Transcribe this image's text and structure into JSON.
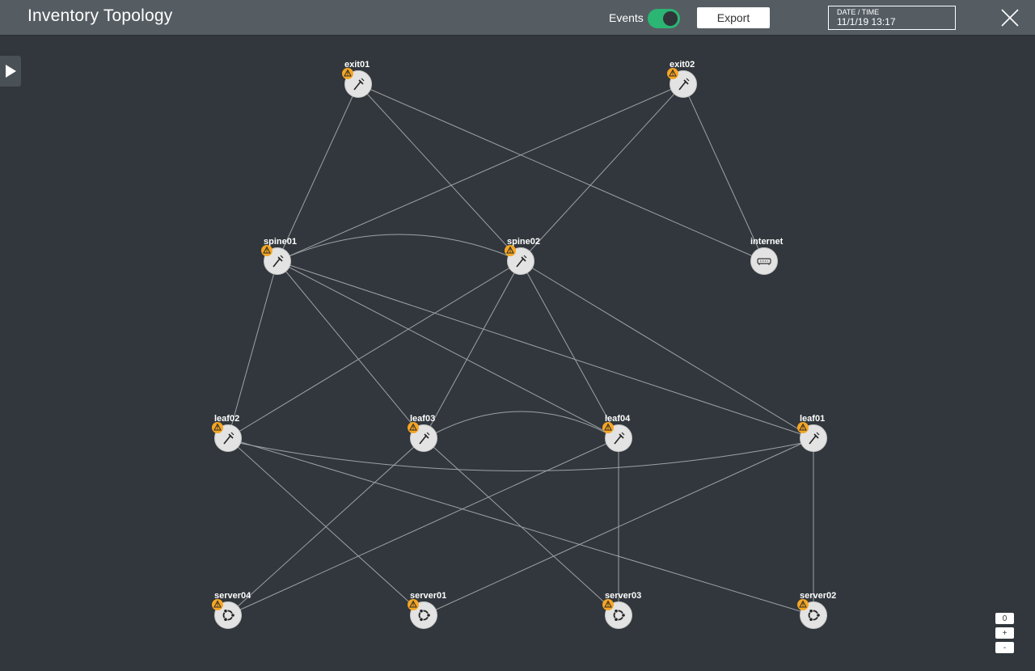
{
  "header": {
    "title": "Inventory Topology",
    "events_label": "Events",
    "events_enabled": true,
    "export_label": "Export",
    "datetime_label": "DATE / TIME",
    "datetime_value": "11/1/19 13:17"
  },
  "colors": {
    "background": "#31373c",
    "header": "#555d63",
    "toggle_on": "#2bb673",
    "node_fill": "#e3e3e3",
    "edge": "#9da2a6",
    "warning": "#f5a623"
  },
  "zoom": {
    "reset_label": "0",
    "in_label": "+",
    "out_label": "-"
  },
  "graph": {
    "nodes": [
      {
        "id": "exit01",
        "label": "exit01",
        "icon": "switch-icon",
        "warning": true
      },
      {
        "id": "exit02",
        "label": "exit02",
        "icon": "switch-icon",
        "warning": true
      },
      {
        "id": "spine01",
        "label": "spine01",
        "icon": "switch-icon",
        "warning": true
      },
      {
        "id": "spine02",
        "label": "spine02",
        "icon": "switch-icon",
        "warning": true
      },
      {
        "id": "internet",
        "label": "internet",
        "icon": "router-icon",
        "warning": false
      },
      {
        "id": "leaf02",
        "label": "leaf02",
        "icon": "switch-icon",
        "warning": true
      },
      {
        "id": "leaf03",
        "label": "leaf03",
        "icon": "switch-icon",
        "warning": true
      },
      {
        "id": "leaf04",
        "label": "leaf04",
        "icon": "switch-icon",
        "warning": true
      },
      {
        "id": "leaf01",
        "label": "leaf01",
        "icon": "switch-icon",
        "warning": true
      },
      {
        "id": "server04",
        "label": "server04",
        "icon": "ubuntu-icon",
        "warning": true
      },
      {
        "id": "server01",
        "label": "server01",
        "icon": "ubuntu-icon",
        "warning": true
      },
      {
        "id": "server03",
        "label": "server03",
        "icon": "ubuntu-icon",
        "warning": true
      },
      {
        "id": "server02",
        "label": "server02",
        "icon": "ubuntu-icon",
        "warning": true
      }
    ],
    "edges": [
      [
        "exit01",
        "spine01"
      ],
      [
        "exit01",
        "spine02"
      ],
      [
        "exit01",
        "internet"
      ],
      [
        "exit02",
        "spine01"
      ],
      [
        "exit02",
        "spine02"
      ],
      [
        "exit02",
        "internet"
      ],
      [
        "spine01",
        "spine02",
        "arc"
      ],
      [
        "spine01",
        "leaf02"
      ],
      [
        "spine01",
        "leaf03"
      ],
      [
        "spine01",
        "leaf04"
      ],
      [
        "spine01",
        "leaf01"
      ],
      [
        "spine02",
        "leaf02"
      ],
      [
        "spine02",
        "leaf03"
      ],
      [
        "spine02",
        "leaf04"
      ],
      [
        "spine02",
        "leaf01"
      ],
      [
        "leaf03",
        "leaf04",
        "arc"
      ],
      [
        "leaf02",
        "leaf01",
        "arc-down"
      ],
      [
        "leaf02",
        "server01"
      ],
      [
        "leaf02",
        "server02"
      ],
      [
        "leaf03",
        "server04"
      ],
      [
        "leaf03",
        "server03"
      ],
      [
        "leaf04",
        "server04"
      ],
      [
        "leaf04",
        "server03"
      ],
      [
        "leaf01",
        "server01"
      ],
      [
        "leaf01",
        "server02"
      ]
    ]
  }
}
